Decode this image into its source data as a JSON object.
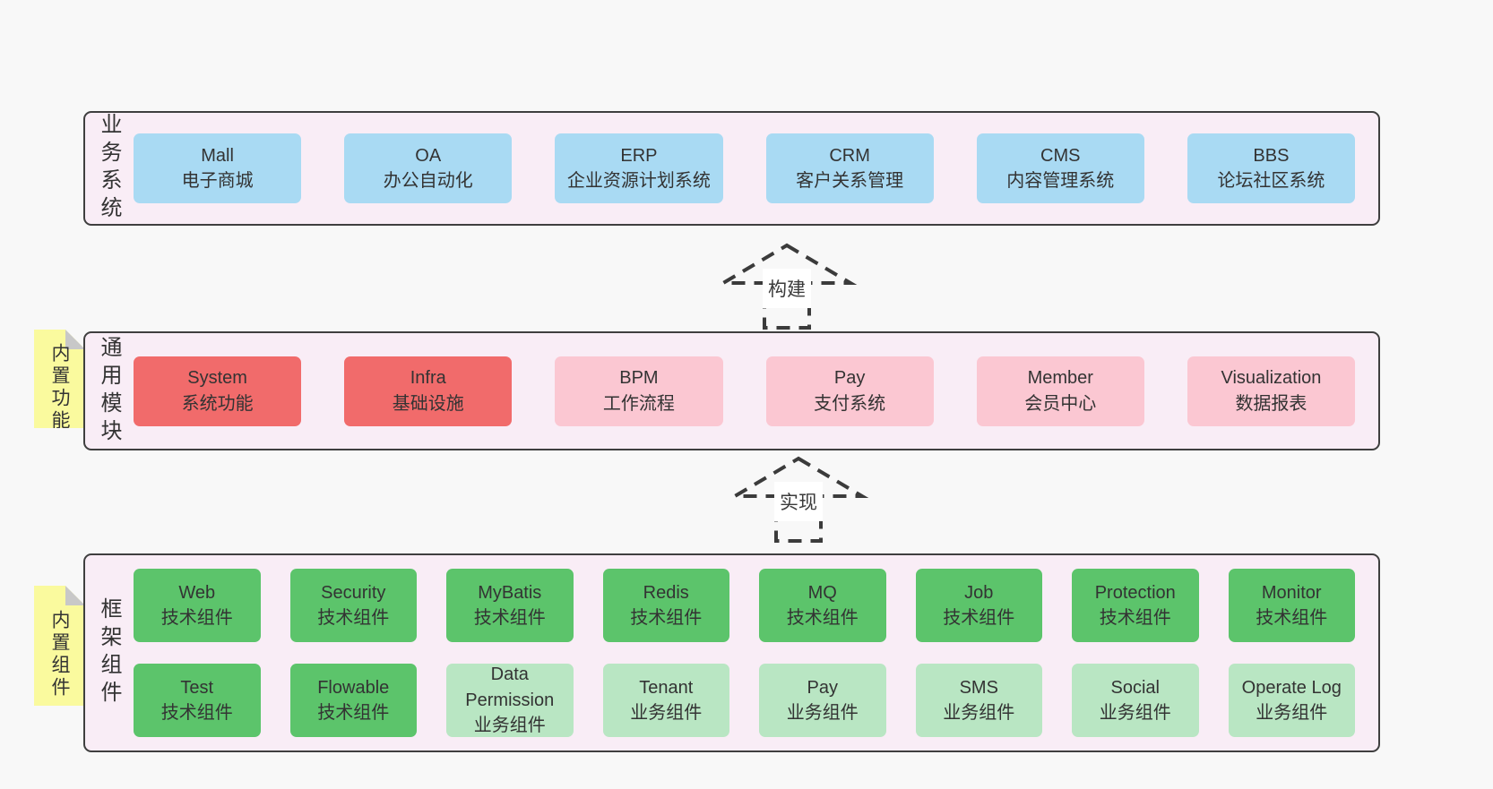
{
  "colors": {
    "page_bg": "#f8f8f8",
    "container_bg": "#f9edf6",
    "container_border": "#3f3f3f",
    "text": "#333333",
    "blue": "#a9daf3",
    "red": "#f16b6b",
    "pink": "#fbc7d2",
    "green_dark": "#5cc46b",
    "green_light": "#b9e6c3",
    "note_bg": "#fafa9e",
    "note_fold": "#c8c8c8",
    "arrow_color": "#3b3b3b",
    "arrow_label_bg": "#ffffff"
  },
  "arrows": [
    {
      "label": "构建"
    },
    {
      "label": "实现"
    }
  ],
  "sections": [
    {
      "id": "business-systems",
      "label": "业务系统",
      "note": null,
      "rows": [
        {
          "boxes": [
            {
              "title": "Mall",
              "subtitle": "电子商城",
              "variant": "blue"
            },
            {
              "title": "OA",
              "subtitle": "办公自动化",
              "variant": "blue"
            },
            {
              "title": "ERP",
              "subtitle": "企业资源计划系统",
              "variant": "blue"
            },
            {
              "title": "CRM",
              "subtitle": "客户关系管理",
              "variant": "blue"
            },
            {
              "title": "CMS",
              "subtitle": "内容管理系统",
              "variant": "blue"
            },
            {
              "title": "BBS",
              "subtitle": "论坛社区系统",
              "variant": "blue"
            }
          ]
        }
      ]
    },
    {
      "id": "common-modules",
      "label": "通用模块",
      "note": "内置功能",
      "rows": [
        {
          "boxes": [
            {
              "title": "System",
              "subtitle": "系统功能",
              "variant": "red"
            },
            {
              "title": "Infra",
              "subtitle": "基础设施",
              "variant": "red"
            },
            {
              "title": "BPM",
              "subtitle": "工作流程",
              "variant": "pink"
            },
            {
              "title": "Pay",
              "subtitle": "支付系统",
              "variant": "pink"
            },
            {
              "title": "Member",
              "subtitle": "会员中心",
              "variant": "pink"
            },
            {
              "title": "Visualization",
              "subtitle": "数据报表",
              "variant": "pink"
            }
          ]
        }
      ]
    },
    {
      "id": "framework-components",
      "label": "框架组件",
      "note": "内置组件",
      "rows": [
        {
          "boxes": [
            {
              "title": "Web",
              "subtitle": "技术组件",
              "variant": "green_dark"
            },
            {
              "title": "Security",
              "subtitle": "技术组件",
              "variant": "green_dark"
            },
            {
              "title": "MyBatis",
              "subtitle": "技术组件",
              "variant": "green_dark"
            },
            {
              "title": "Redis",
              "subtitle": "技术组件",
              "variant": "green_dark"
            },
            {
              "title": "MQ",
              "subtitle": "技术组件",
              "variant": "green_dark"
            },
            {
              "title": "Job",
              "subtitle": "技术组件",
              "variant": "green_dark"
            },
            {
              "title": "Protection",
              "subtitle": "技术组件",
              "variant": "green_dark"
            },
            {
              "title": "Monitor",
              "subtitle": "技术组件",
              "variant": "green_dark"
            }
          ]
        },
        {
          "boxes": [
            {
              "title": "Test",
              "subtitle": "技术组件",
              "variant": "green_dark"
            },
            {
              "title": "Flowable",
              "subtitle": "技术组件",
              "variant": "green_dark"
            },
            {
              "title": "Data Permission",
              "subtitle": "业务组件",
              "variant": "green_light"
            },
            {
              "title": "Tenant",
              "subtitle": "业务组件",
              "variant": "green_light"
            },
            {
              "title": "Pay",
              "subtitle": "业务组件",
              "variant": "green_light"
            },
            {
              "title": "SMS",
              "subtitle": "业务组件",
              "variant": "green_light"
            },
            {
              "title": "Social",
              "subtitle": "业务组件",
              "variant": "green_light"
            },
            {
              "title": "Operate Log",
              "subtitle": "业务组件",
              "variant": "green_light"
            }
          ]
        }
      ]
    }
  ]
}
